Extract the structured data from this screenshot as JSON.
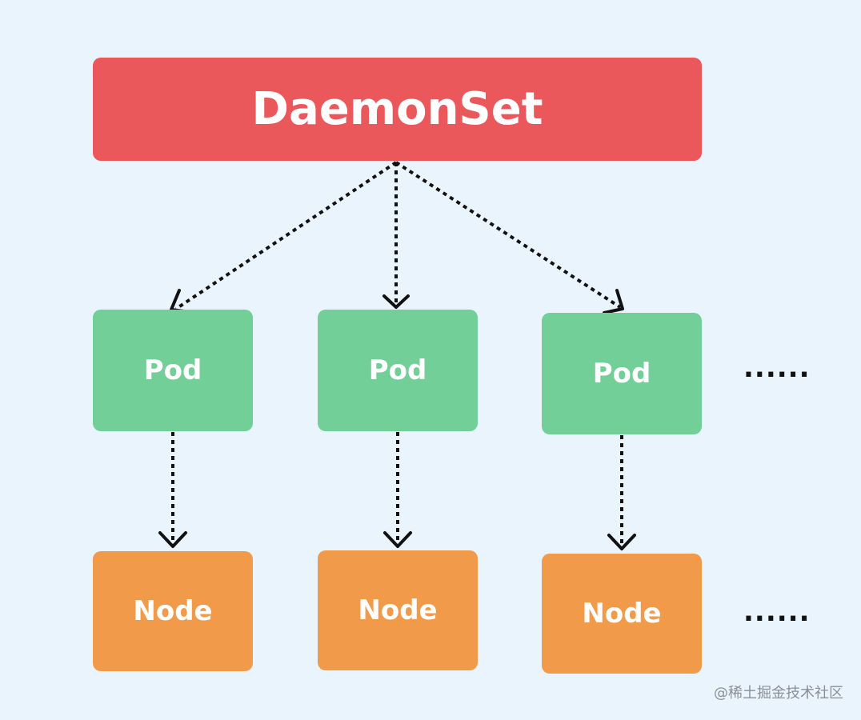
{
  "diagram": {
    "daemonset": {
      "label": "DaemonSet",
      "color": "#eb585b"
    },
    "pods": [
      {
        "label": "Pod"
      },
      {
        "label": "Pod"
      },
      {
        "label": "Pod"
      }
    ],
    "nodes": [
      {
        "label": "Node"
      },
      {
        "label": "Node"
      },
      {
        "label": "Node"
      }
    ],
    "pod_color": "#72cf97",
    "node_color": "#f09a4a",
    "pod_more": "......",
    "node_more": "......",
    "edges": [
      {
        "from": "DaemonSet",
        "to": "Pod 1",
        "style": "dotted-arrow"
      },
      {
        "from": "DaemonSet",
        "to": "Pod 2",
        "style": "dotted-arrow"
      },
      {
        "from": "DaemonSet",
        "to": "Pod 3",
        "style": "dotted-arrow"
      },
      {
        "from": "Pod 1",
        "to": "Node 1",
        "style": "dotted-arrow"
      },
      {
        "from": "Pod 2",
        "to": "Node 2",
        "style": "dotted-arrow"
      },
      {
        "from": "Pod 3",
        "to": "Node 3",
        "style": "dotted-arrow"
      }
    ]
  },
  "watermark": "@稀土掘金技术社区"
}
